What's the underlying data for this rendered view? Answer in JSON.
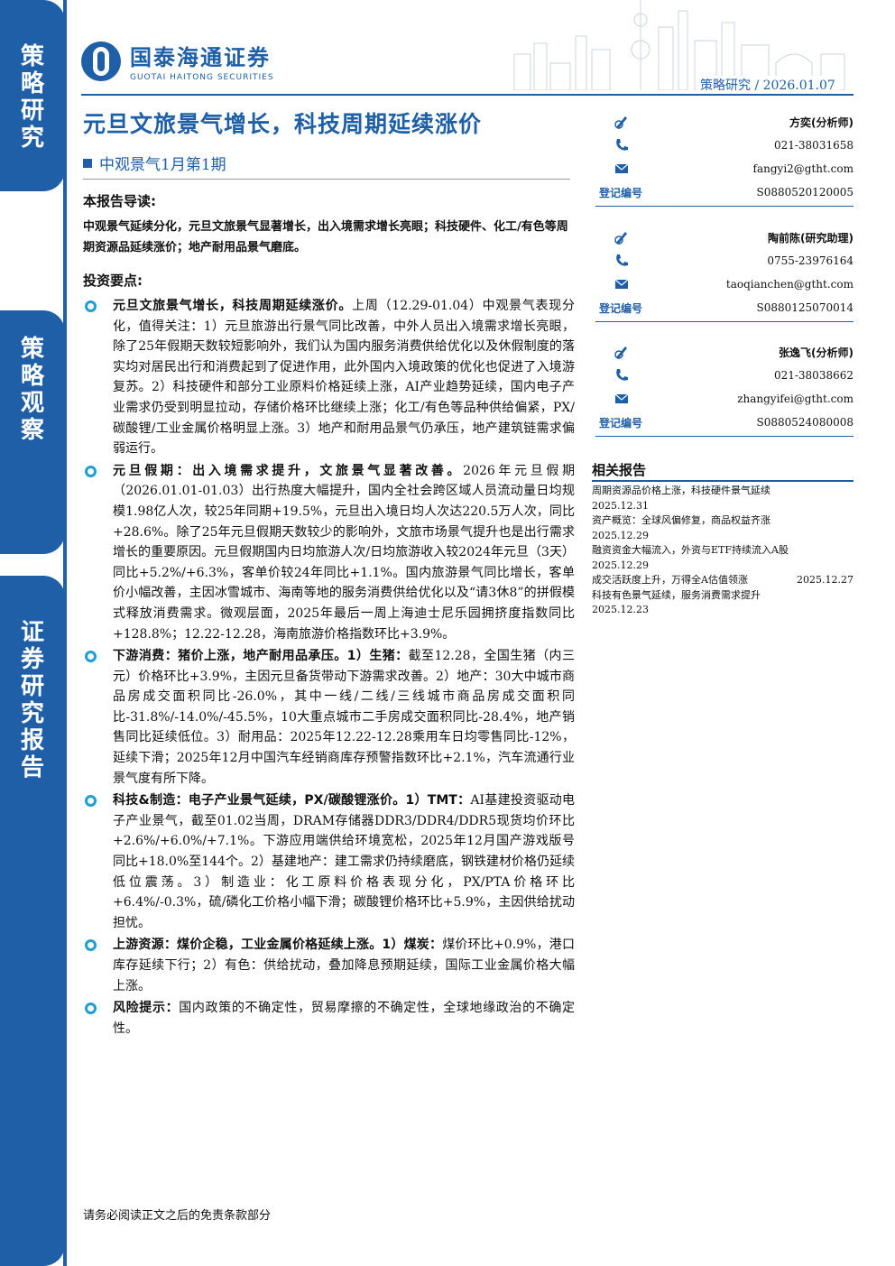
{
  "sidebar": {
    "label_top": "策略研究",
    "label_mid": "策略观察",
    "label_bottom": "证券研究报告"
  },
  "header": {
    "logo_cn": "国泰海通证券",
    "logo_en": "GUOTAI HAITONG SECURITIES",
    "tag": "策略研究 / 2026.01.07"
  },
  "report": {
    "title": "元旦文旅景气增长，科技周期延续涨价",
    "subtitle": "中观景气1月第1期",
    "guide_heading": "本报告导读:",
    "guide_body": "中观景气延续分化，元旦文旅景气显著增长，出入境需求增长亮眼；科技硬件、化工/有色等周期资源品延续涨价；地产耐用品景气磨底。",
    "investment_heading": "投资要点:",
    "bullets": [
      {
        "head": "元旦文旅景气增长，科技周期延续涨价。",
        "body": "上周（12.29-01.04）中观景气表现分化，值得关注：1）元旦旅游出行景气同比改善，中外人员出入境需求增长亮眼，除了25年假期天数较短影响外，我们认为国内服务消费供给优化以及休假制度的落实均对居民出行和消费起到了促进作用，此外国内入境政策的优化也促进了入境游复苏。2）科技硬件和部分工业原料价格延续上涨，AI产业趋势延续，国内电子产业需求仍受到明显拉动，存储价格环比继续上涨；化工/有色等品种供给偏紧，PX/碳酸锂/工业金属价格明显上涨。3）地产和耐用品景气仍承压，地产建筑链需求偏弱运行。"
      },
      {
        "head": "元旦假期：出入境需求提升，文旅景气显著改善。",
        "body": "2026年元旦假期（2026.01.01-01.03）出行热度大幅提升，国内全社会跨区域人员流动量日均规模1.98亿人次，较25年同期+19.5%，元旦出入境日均人次达220.5万人次，同比+28.6%。除了25年元旦假期天数较少的影响外，文旅市场景气提升也是出行需求增长的重要原因。元旦假期国内日均旅游人次/日均旅游收入较2024年元旦（3天）同比+5.2%/+6.3%，客单价较24年同比+1.1%。国内旅游景气同比增长，客单价小幅改善，主因冰雪城市、海南等地的服务消费供给优化以及“请3休8”的拼假模式释放消费需求。微观层面，2025年最后一周上海迪士尼乐园拥挤度指数同比+128.8%；12.22-12.28，海南旅游价格指数环比+3.9%。"
      },
      {
        "head": "下游消费：猪价上涨，地产耐用品承压。1）生猪：",
        "body": "截至12.28，全国生猪（内三元）价格环比+3.9%，主因元旦备货带动下游需求改善。2）地产：30大中城市商品房成交面积同比-26.0%，其中一线/二线/三线城市商品房成交面积同比-31.8%/-14.0%/-45.5%，10大重点城市二手房成交面积同比-28.4%，地产销售同比延续低位。3）耐用品：2025年12.22-12.28乘用车日均零售同比-12%，延续下滑；2025年12月中国汽车经销商库存预警指数环比+2.1%，汽车流通行业景气度有所下降。"
      },
      {
        "head": "科技&制造：电子产业景气延续，PX/碳酸锂涨价。1）TMT：",
        "body": "AI基建投资驱动电子产业景气，截至01.02当周，DRAM存储器DDR3/DDR4/DDR5现货均价环比+2.6%/+6.0%/+7.1%。下游应用端供给环境宽松，2025年12月国产游戏版号同比+18.0%至144个。2）基建地产：建工需求仍持续磨底，钢铁建材价格仍延续低位震荡。3）制造业：化工原料价格表现分化，PX/PTA价格环比+6.4%/-0.3%，硫/磷化工价格小幅下滑；碳酸锂价格环比+5.9%，主因供给扰动担忧。"
      },
      {
        "head": "上游资源：煤价企稳，工业金属价格延续上涨。1）煤炭：",
        "body": "煤价环比+0.9%，港口库存延续下行；2）有色：供给扰动，叠加降息预期延续，国际工业金属价格大幅上涨。"
      },
      {
        "head": "风险提示：",
        "body": "国内政策的不确定性，贸易摩擦的不确定性，全球地缘政治的不确定性。"
      }
    ],
    "footer": "请务必阅读正文之后的免责条款部分"
  },
  "analysts": [
    {
      "name": "方奕(分析师)",
      "phone": "021-38031658",
      "email": "fangyi2@gtht.com",
      "reg_label": "登记编号",
      "reg": "S0880520120005"
    },
    {
      "name": "陶前陈(研究助理)",
      "phone": "0755-23976164",
      "email": "taoqianchen@gtht.com",
      "reg_label": "登记编号",
      "reg": "S0880125070014"
    },
    {
      "name": "张逸飞(分析师)",
      "phone": "021-38038662",
      "email": "zhangyifei@gtht.com",
      "reg_label": "登记编号",
      "reg": "S0880524080008"
    }
  ],
  "related": {
    "heading": "相关报告",
    "items": [
      {
        "title": "周期资源品价格上涨，科技硬件景气延续",
        "date": "2025.12.31"
      },
      {
        "title": "资产概览：全球风偏修复，商品权益齐涨",
        "date": "2025.12.29"
      },
      {
        "title": "融资资金大幅流入，外资与ETF持续流入A股",
        "date": "2025.12.29"
      },
      {
        "title": "成交活跃度上升，万得全A估值领涨",
        "date": "2025.12.27"
      },
      {
        "title": "科技有色景气延续，服务消费需求提升",
        "date": "2025.12.23"
      }
    ]
  },
  "colors": {
    "brand": "#1f5fa8",
    "bullet": "#1f9ed6"
  },
  "icons": [
    "pen-icon",
    "phone-icon",
    "mail-icon"
  ]
}
